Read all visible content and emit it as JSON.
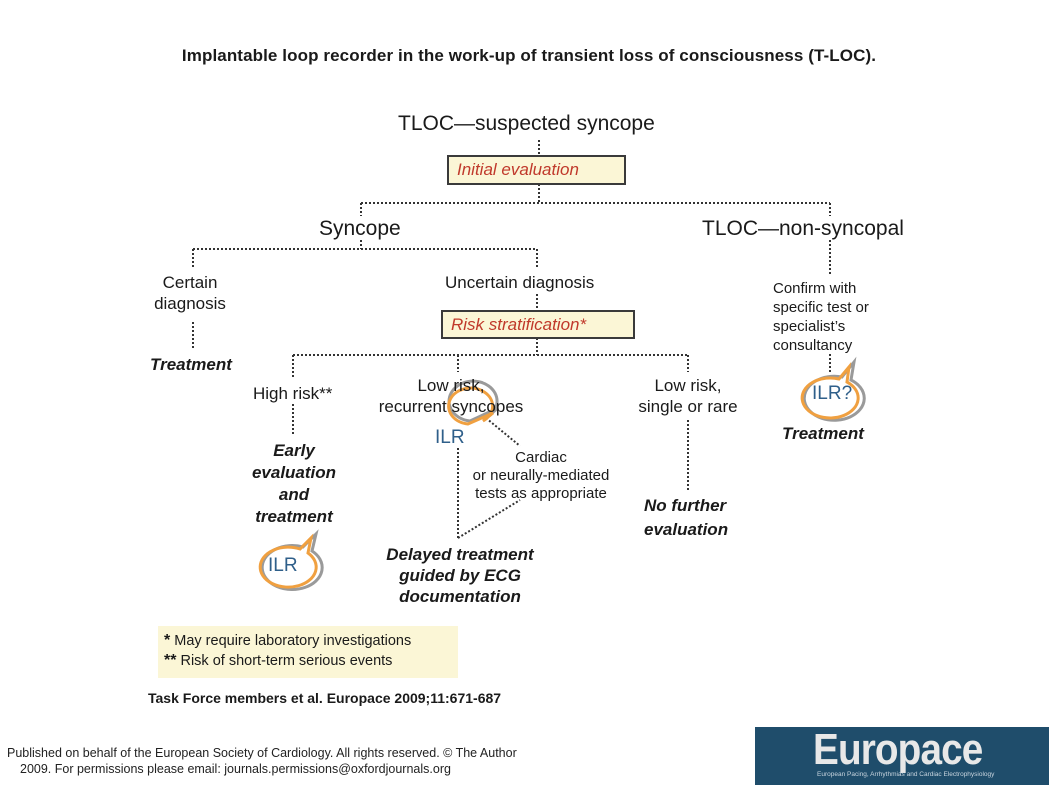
{
  "title": "Implantable loop recorder in the work-up of transient loss of consciousness (T-LOC).",
  "nodes": {
    "root": "TLOC—suspected syncope",
    "initial_eval": "Initial evaluation",
    "syncope": "Syncope",
    "non_syncopal": "TLOC—non-syncopal",
    "certain_l1": "Certain",
    "certain_l2": "diagnosis",
    "uncertain": "Uncertain diagnosis",
    "risk_strat": "Risk stratification*",
    "treatment_left": "Treatment",
    "high_risk": "High risk**",
    "low_rec_l1": "Low risk,",
    "low_rec_l2": "recurrent syncopes",
    "low_single_l1": "Low risk,",
    "low_single_l2": "single or rare",
    "confirm_l1": "Confirm with",
    "confirm_l2": "specific test or",
    "confirm_l3": "specialist’s",
    "confirm_l4": "consultancy",
    "ilr_q": "ILR?",
    "treatment_right": "Treatment",
    "ilr_mid": "ILR",
    "cardiac_l1": "Cardiac",
    "cardiac_l2": "or neurally-mediated",
    "cardiac_l3": "tests as appropriate",
    "early_l1": "Early",
    "early_l2": "evaluation",
    "early_l3": "and",
    "early_l4": "treatment",
    "ilr_left": "ILR",
    "no_further_l1": "No further",
    "no_further_l2": "evaluation",
    "delayed_l1": "Delayed treatment",
    "delayed_l2": "guided by ECG",
    "delayed_l3": "documentation"
  },
  "legend": {
    "star1_symbol": "*",
    "star1_text": "May require laboratory investigations",
    "star2_symbol": "**",
    "star2_text": "Risk of short-term serious events"
  },
  "citation": "Task Force members et al. Europace 2009;11:671-687",
  "footer": {
    "line1": "Published on behalf of the European Society of Cardiology. All rights reserved. © The Author",
    "line2": "2009. For permissions please email: journals.permissions@oxfordjournals.org"
  },
  "logo": {
    "word": "Europace",
    "subtitle": "European Pacing, Arrhythmias and Cardiac Electrophysiology"
  },
  "colors": {
    "box_fill": "#fbf6d6",
    "box_text": "#c0392b",
    "ilr_ring": "#f0a040",
    "ilr_ring_outer": "#9a9a9a",
    "ilr_text": "#2f5f8a",
    "logo_bg": "#1f4d6b"
  }
}
